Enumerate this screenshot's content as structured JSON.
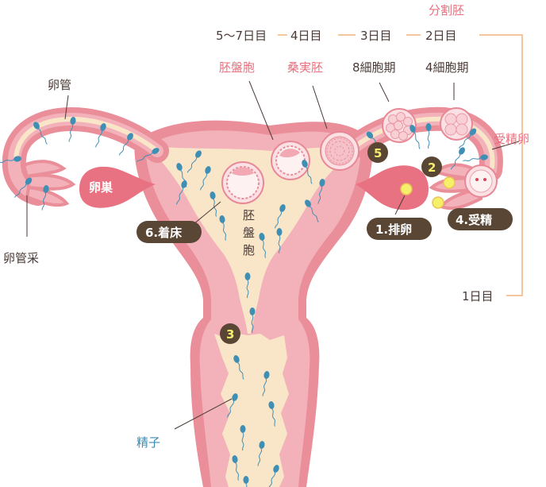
{
  "labels": {
    "oviduct": "卵管",
    "fimbria": "卵管采",
    "ovary": "卵巣",
    "sperm": "精子",
    "blastocyst_top": "胚盤胞",
    "blastocyst_vertical": [
      "胚",
      "盤",
      "胞"
    ],
    "morula": "桑実胚",
    "cleavage": "分割胚",
    "fertilized_egg": "受精卵",
    "eight_cell": "8細胞期",
    "four_cell": "4細胞期"
  },
  "timeline": {
    "day_5_7": "5〜7日目",
    "day_4": "4日目",
    "day_3": "3日目",
    "day_2": "2日目",
    "day_1": "1日目"
  },
  "steps": {
    "s1": "1.排卵",
    "s2": "2",
    "s3": "3",
    "s4": "4.受精",
    "s5": "5",
    "s6": "6.着床"
  },
  "colors": {
    "outer": "#ea8e99",
    "tissue": "#f3b2ba",
    "cavity": "#f9e6c9",
    "label_dark": "#4a3a36",
    "label_pink": "#e8707e",
    "label_blue": "#3b8bb4",
    "timeline_line": "#f2b27a",
    "badge_yellow": "#f5ef6a",
    "sperm": "#3f8fb5"
  }
}
